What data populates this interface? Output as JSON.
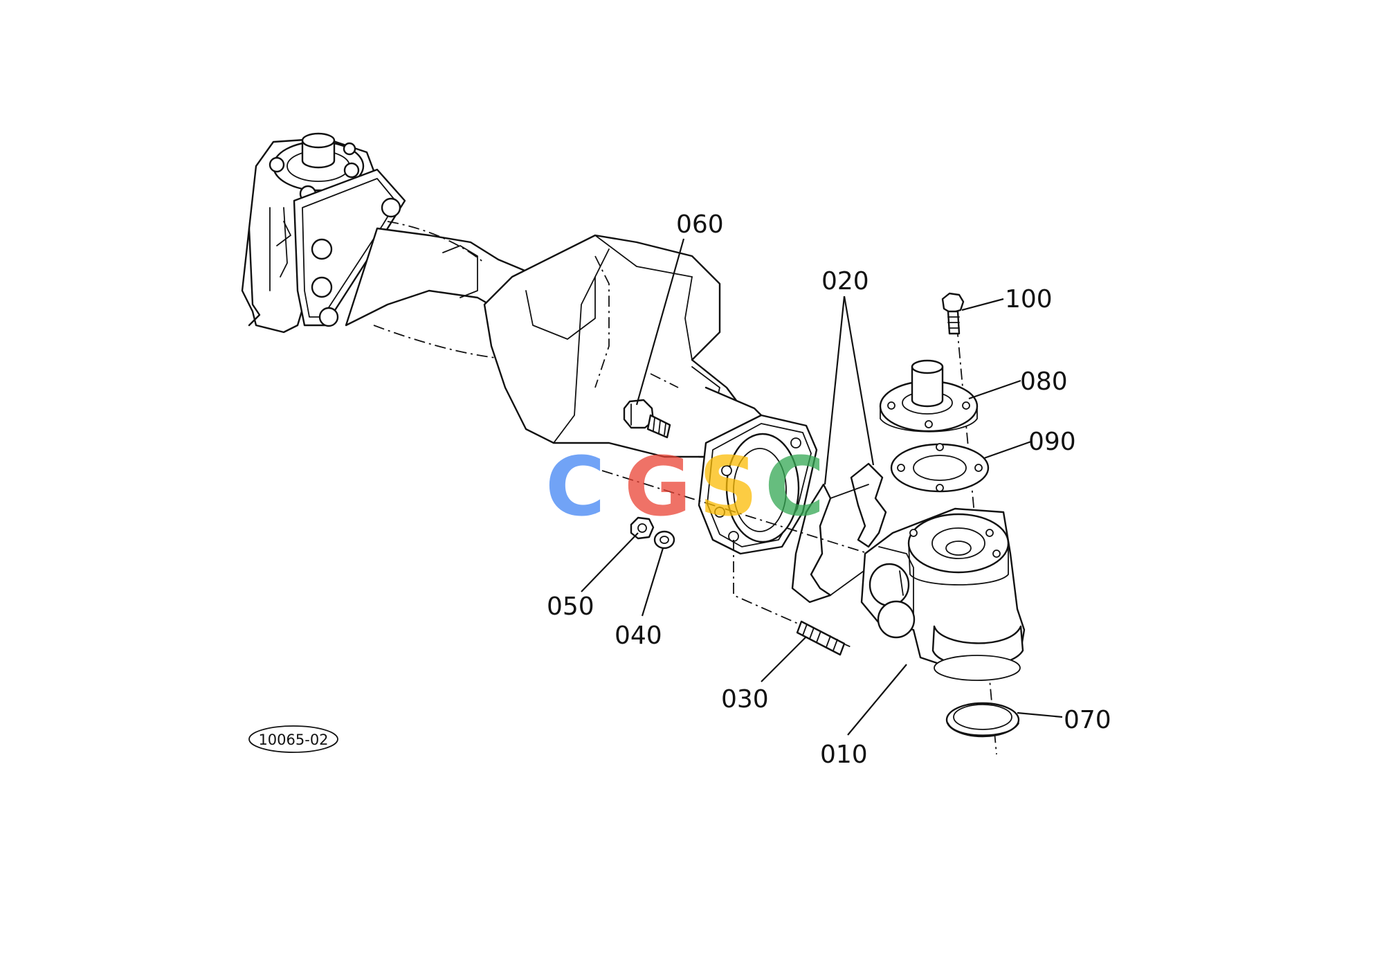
{
  "diagram": {
    "reference_code": "10065-02",
    "callouts": [
      {
        "id": "060",
        "label": "060"
      },
      {
        "id": "020",
        "label": "020"
      },
      {
        "id": "100",
        "label": "100"
      },
      {
        "id": "080",
        "label": "080"
      },
      {
        "id": "090",
        "label": "090"
      },
      {
        "id": "050",
        "label": "050"
      },
      {
        "id": "040",
        "label": "040"
      },
      {
        "id": "030",
        "label": "030"
      },
      {
        "id": "010",
        "label": "010"
      },
      {
        "id": "070",
        "label": "070"
      }
    ]
  },
  "watermark": {
    "letters": [
      "C",
      "G",
      "S",
      "C"
    ],
    "colors": [
      "#4285F4",
      "#EA4335",
      "#FBBC05",
      "#34A853"
    ]
  }
}
